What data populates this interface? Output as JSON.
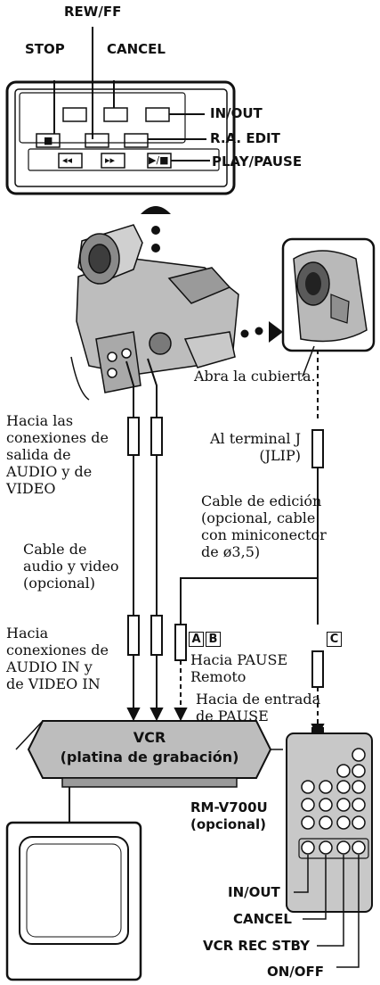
{
  "remote_top": {
    "labels": {
      "rew_ff": "REW/FF",
      "stop": "STOP",
      "cancel": "CANCEL",
      "in_out": "IN/OUT",
      "ra_edit": "R.A. EDIT",
      "play_pause": "PLAY/PAUSE"
    },
    "button_glyphs": {
      "stop": "■",
      "rew": "◂◂",
      "ff": "▸▸",
      "play_pause": "▶/■"
    }
  },
  "camera": {
    "open_cover": "Abra la cubierta.",
    "outputs_lines": [
      "Hacia las",
      "conexiones de",
      "salida de",
      "AUDIO y de",
      "VIDEO"
    ],
    "jlip_lines": [
      "Al terminal J",
      "(JLIP)"
    ],
    "edit_cable_lines": [
      "Cable de edición",
      "(opcional, cable",
      "con miniconector",
      "de ø3,5)"
    ],
    "av_cable_lines": [
      "Cable de",
      "audio y video",
      "(opcional)"
    ],
    "inputs_lines": [
      "Hacia",
      "conexiones de",
      "AUDIO IN y",
      "de VIDEO IN"
    ],
    "letters": [
      "A",
      "B",
      "C"
    ],
    "pause_remote_lines": [
      "Hacia PAUSE",
      "Remoto"
    ],
    "pause_input_lines": [
      "Hacia de entrada",
      "de PAUSE"
    ]
  },
  "vcr": {
    "title_lines": [
      "VCR",
      "(platina de grabación)"
    ]
  },
  "remote_bottom": {
    "model_lines": [
      "RM-V700U",
      "(opcional)"
    ],
    "labels": {
      "in_out": "IN/OUT",
      "cancel": "CANCEL",
      "vcr_rec_stby": "VCR REC STBY",
      "on_off": "ON/OFF"
    }
  }
}
